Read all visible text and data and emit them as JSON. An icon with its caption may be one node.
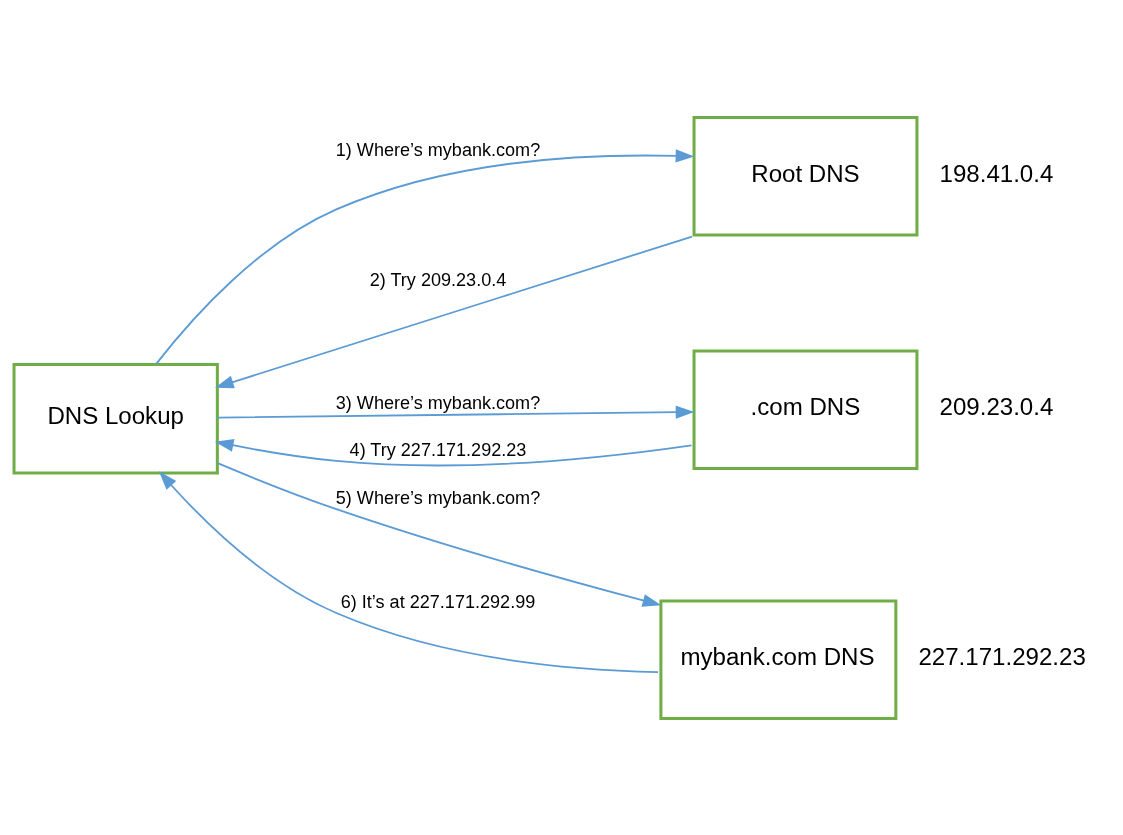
{
  "diagram": {
    "nodes": [
      {
        "text": [
          "DNS Lookup"
        ]
      },
      {
        "text": [
          "Root DNS"
        ],
        "beside": [
          "198.41.0.4"
        ]
      },
      {
        "text": [
          ".com DNS"
        ],
        "beside": [
          "209.23.0.4"
        ]
      },
      {
        "text": [
          "mybank.com DNS"
        ],
        "beside": [
          "227.171.292.23"
        ]
      }
    ],
    "edges": [
      {
        "from": 0,
        "to": 1,
        "arrow": "to",
        "label": "1) Where’s mybank.com?"
      },
      {
        "from": 1,
        "to": 0,
        "arrow": "to",
        "label": "2) Try 209.23.0.4"
      },
      {
        "from": 0,
        "to": 2,
        "arrow": "to",
        "label": "3) Where’s mybank.com?"
      },
      {
        "from": 2,
        "to": 0,
        "arrow": "to",
        "label": "4) Try 227.171.292.23"
      },
      {
        "from": 0,
        "to": 3,
        "arrow": "to",
        "label": "5) Where’s mybank.com?"
      },
      {
        "from": 3,
        "to": 0,
        "arrow": "to",
        "label": "6) It’s at 227.171.292.99"
      }
    ]
  }
}
